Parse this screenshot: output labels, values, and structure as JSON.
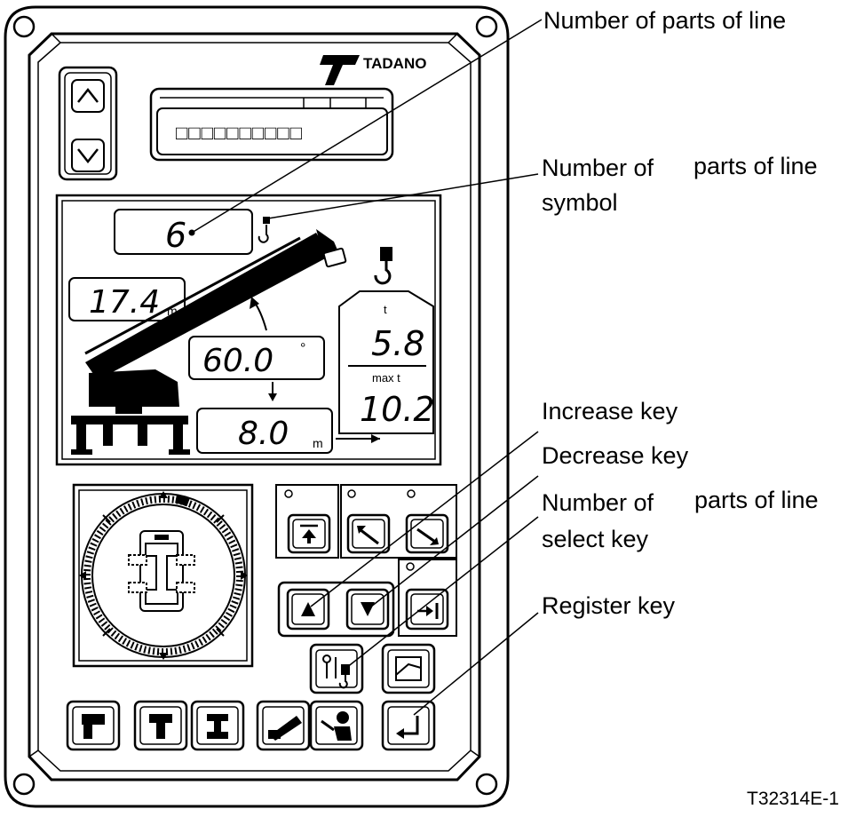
{
  "brand": {
    "name": "TADANO"
  },
  "top_display": {
    "text": "□□□□□□□□□□"
  },
  "readouts": {
    "parts_of_line": "6",
    "boom_length": "17.4",
    "boom_length_unit": "m",
    "boom_angle": "60.0",
    "boom_angle_unit": "°",
    "radius": "8.0",
    "radius_unit": "m",
    "load_unit": "t",
    "actual_load": "5.8",
    "max_load_label": "max t",
    "max_load": "10.2"
  },
  "callouts": {
    "parts_of_line": "Number of parts of line",
    "symbol_line1_a": "Number of",
    "symbol_line1_b": "parts of line",
    "symbol_line2": "symbol",
    "increase_key": "Increase key",
    "decrease_key": "Decrease key",
    "select_line1_a": "Number of",
    "select_line1_b": "parts of line",
    "select_line2": "select key",
    "register_key": "Register key"
  },
  "figure_id": "T32314E-1",
  "icons": [
    "up-arrow-icon",
    "down-arrow-icon",
    "hook-icon",
    "crane-icon",
    "boom-raise-icon",
    "boom-lower-icon",
    "increase-icon",
    "decrease-icon",
    "next-icon",
    "parts-of-line-select-icon",
    "display-icon",
    "register-icon",
    "outrigger-icon",
    "swing-icon"
  ]
}
